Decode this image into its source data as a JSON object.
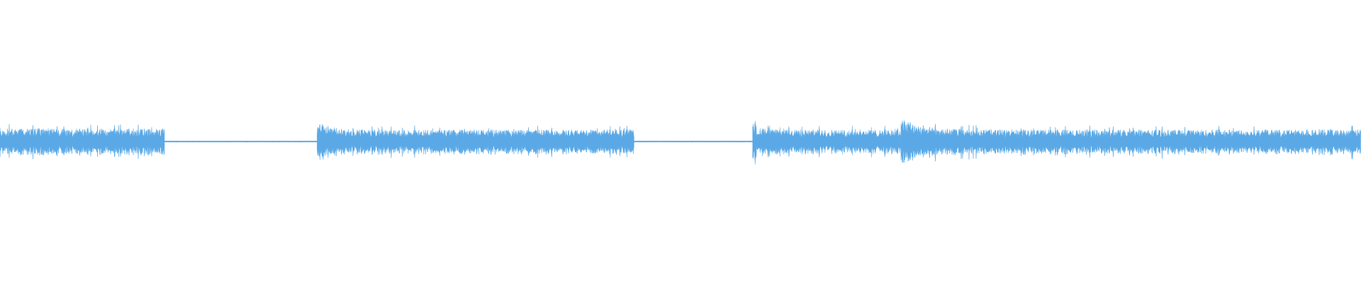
{
  "colors": {
    "background": "#ffffff",
    "waveform": "#5aa9e6"
  },
  "chart_data": {
    "type": "area",
    "title": "",
    "xlabel": "",
    "ylabel": "",
    "grid": false,
    "legend": "none",
    "xlim": [
      0,
      1
    ],
    "ylim": [
      -1,
      1
    ],
    "series": [
      {
        "segments": [
          {
            "start": 0.0,
            "end": 0.121,
            "amplitude": 0.13,
            "onset_peak": 0.13,
            "end_peak": 0.16
          },
          {
            "start": 0.121,
            "end": 0.233,
            "amplitude": 0.006,
            "onset_peak": 0.006,
            "end_peak": 0.006
          },
          {
            "start": 0.233,
            "end": 0.466,
            "amplitude": 0.12,
            "onset_peak": 0.2,
            "end_peak": 0.12
          },
          {
            "start": 0.466,
            "end": 0.553,
            "amplitude": 0.006,
            "onset_peak": 0.006,
            "end_peak": 0.006
          },
          {
            "start": 0.553,
            "end": 0.662,
            "amplitude": 0.12,
            "onset_peak": 0.2,
            "end_peak": 0.12
          },
          {
            "start": 0.662,
            "end": 1.0,
            "amplitude": 0.12,
            "onset_peak": 0.25,
            "end_peak": 0.12
          }
        ]
      }
    ]
  }
}
